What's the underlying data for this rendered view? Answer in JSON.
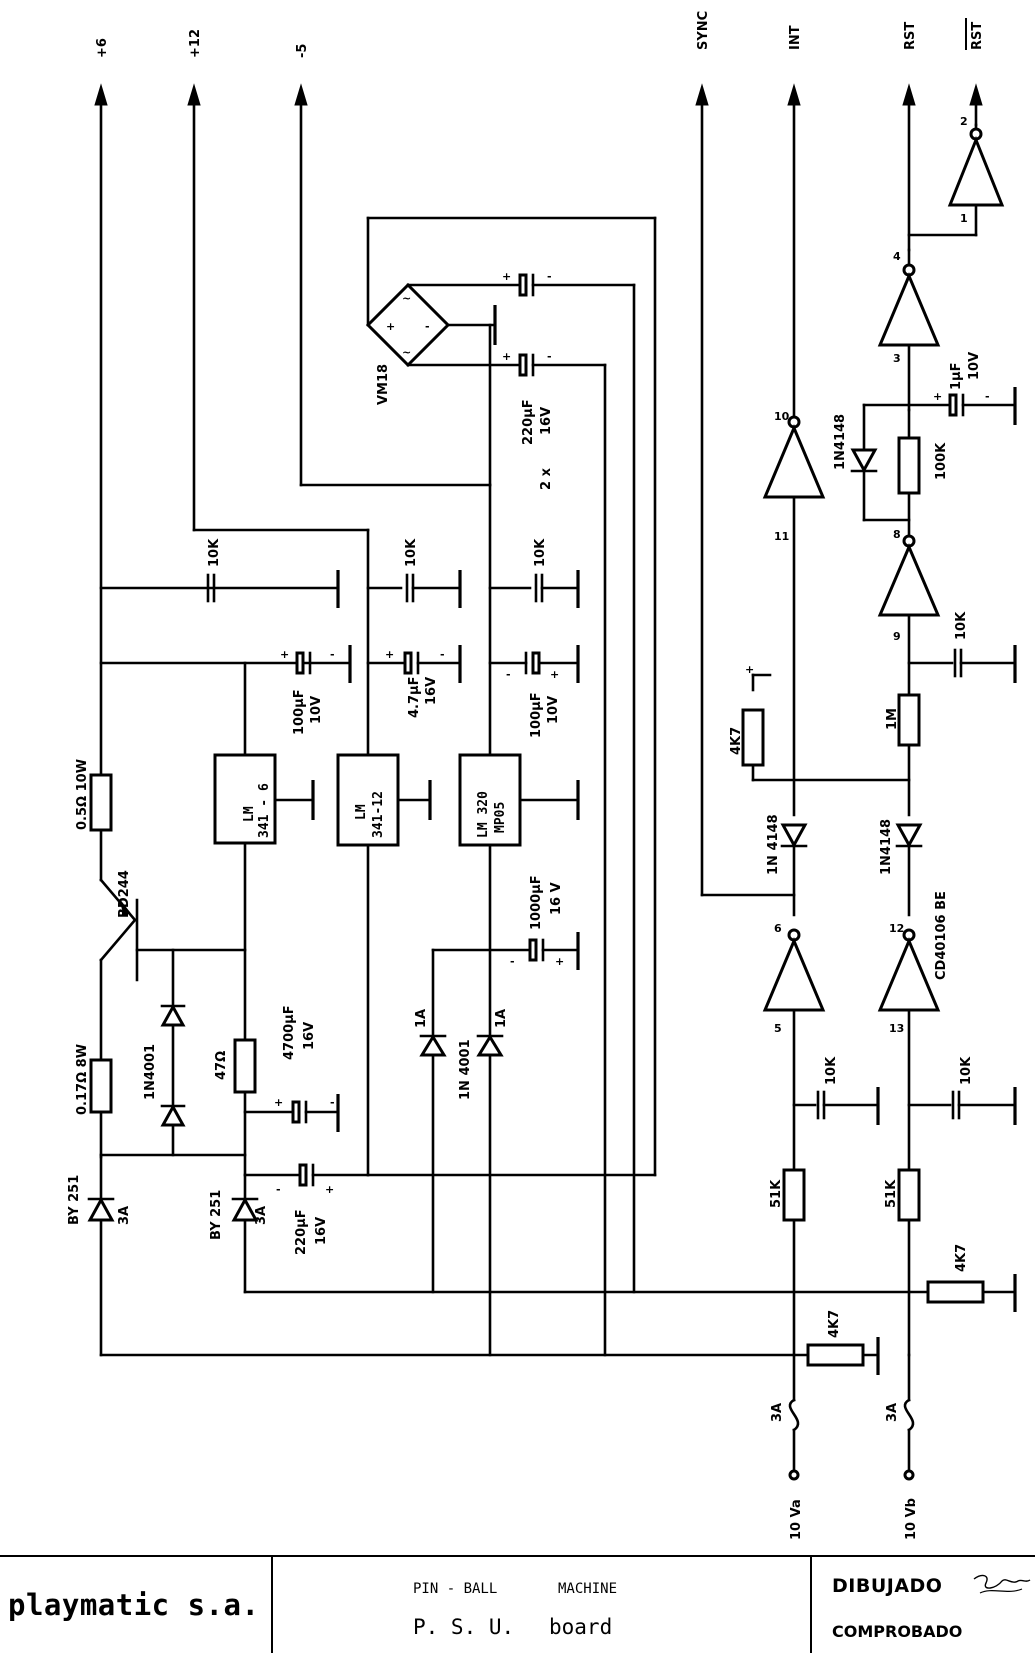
{
  "nets": {
    "p6": "+6",
    "p12": "+12",
    "m5": "-5",
    "sync": "SYNC",
    "int": "INT",
    "rst": "RST",
    "rst_n": "RST"
  },
  "inputs": {
    "va": "10 Va",
    "vb": "10 Vb"
  },
  "components": {
    "r_05": "0.5Ω 10W",
    "r_017": "0.17Ω 8W",
    "q_bd244": "BD244",
    "d_by251_a": "BY 251",
    "d_by251_a_rating": "3A",
    "d_by251_b": "BY 251",
    "d_by251_b_rating": "3A",
    "d_1n4001_pair": "1N4001",
    "r_47": "47Ω",
    "c_4700": "4700μF",
    "c_4700_v": "16V",
    "c_220_bot": "220μF",
    "c_220_bot_v": "16V",
    "ic_lm341_6_a": "LM",
    "ic_lm341_6_b": "341 - 6",
    "ic_lm341_12_a": "LM",
    "ic_lm341_12_b": "341-12",
    "ic_lm320_a": "LM 320",
    "ic_lm320_b": "MP05",
    "c_10k_a": "10K",
    "c_10k_b": "10K",
    "c_10k_c": "10K",
    "c_100_a": "100μF",
    "c_100_a_v": "10V",
    "c_47": "4.7μF",
    "c_47_v": "16V",
    "c_100_b": "100μF",
    "c_100_b_v": "10V",
    "c_1000": "1000μF",
    "c_1000_v": "16 V",
    "d_1n4001_neg": "1N 4001",
    "d_1a_a": "1A",
    "d_1a_b": "1A",
    "bridge": "VM18",
    "c_220_pair": "220μF",
    "c_220_pair_v": "16V",
    "c_220_pair_qty": "2 x",
    "r_4k7_int": "4K7",
    "d_1n4148_a": "1N 4148",
    "d_1n4148_b": "1N4148",
    "d_1n4148_c": "1N4148",
    "r_1m": "1M",
    "r_100k": "100K",
    "c_1uf": "1μF",
    "c_1uf_v": "10V",
    "c_10k_d": "10K",
    "c_10k_e": "10K",
    "c_10k_f": "10K",
    "r_51k_a": "51K",
    "r_51k_b": "51K",
    "r_4k7_a": "4K7",
    "r_4k7_b": "4K7",
    "fuse_a": "3A",
    "fuse_b": "3A",
    "ic_cd40106": "CD40106 BE",
    "pin2": "2",
    "pin1": "1",
    "pin4": "4",
    "pin3": "3",
    "pin10": "10",
    "pin11": "11",
    "pin8": "8",
    "pin9": "9",
    "pin6": "6",
    "pin5": "5",
    "pin12": "12",
    "pin13": "13",
    "plus": "+"
  },
  "title_block": {
    "company": "playmatic s.a.",
    "line1_a": "PIN - BALL",
    "line1_b": "MACHINE",
    "line2_a": "P. S. U.",
    "line2_b": "board",
    "drawn": "DIBUJADO",
    "checked": "COMPROBADO"
  }
}
